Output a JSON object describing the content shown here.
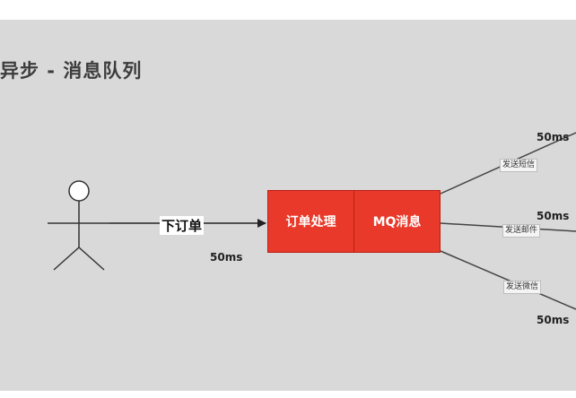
{
  "title": "异步 - 消息队列",
  "order_edge_label": "下订单",
  "order_latency": "50ms",
  "boxes": {
    "order_processing": "订单处理",
    "mq_message": "MQ消息"
  },
  "branches": [
    {
      "action": "发送短信",
      "latency": "50ms"
    },
    {
      "action": "发送邮件",
      "latency": "50ms"
    },
    {
      "action": "发送微信",
      "latency": "50ms"
    }
  ],
  "colors": {
    "box_fill": "#e8392a",
    "background": "#d9d9d9"
  }
}
